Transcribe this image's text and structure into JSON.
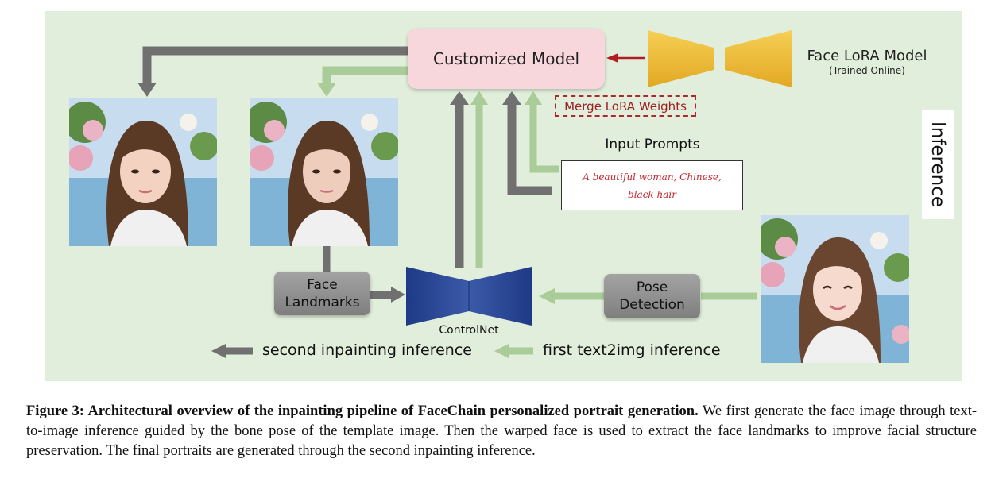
{
  "figure": {
    "customized_model": "Customized Model",
    "face_lora_model": "Face LoRA Model",
    "face_lora_subtitle": "(Trained Online)",
    "merge_lora_weights": "Merge LoRA Weights",
    "input_prompts_label": "Input Prompts",
    "prompt_line1": "A beautiful woman, Chinese,",
    "prompt_line2": "black hair",
    "inference_label": "Inference",
    "face_landmarks_line1": "Face",
    "face_landmarks_line2": "Landmarks",
    "pose_detection_line1": "Pose",
    "pose_detection_line2": "Detection",
    "controlnet_label": "ControlNet",
    "legend_second": "second inpainting inference",
    "legend_first": "first text2img inference"
  },
  "colors": {
    "panel_bg": "#e1eedb",
    "dark_arrow": "#6f6f6f",
    "light_arrow": "#a9cc98",
    "lora_red_arrow": "#b01e24",
    "controlnet_blue": "#2c4a96",
    "lora_gold": "#f0bd33"
  },
  "caption": {
    "label": "Figure 3: Architectural overview of the inpainting pipeline of FaceChain personalized portrait generation.",
    "body": "We first generate the face image through text-to-image inference guided by the bone pose of the template image. Then the warped face is used to extract the face landmarks to improve facial structure preservation. The final portraits are generated through the second inpainting inference."
  }
}
